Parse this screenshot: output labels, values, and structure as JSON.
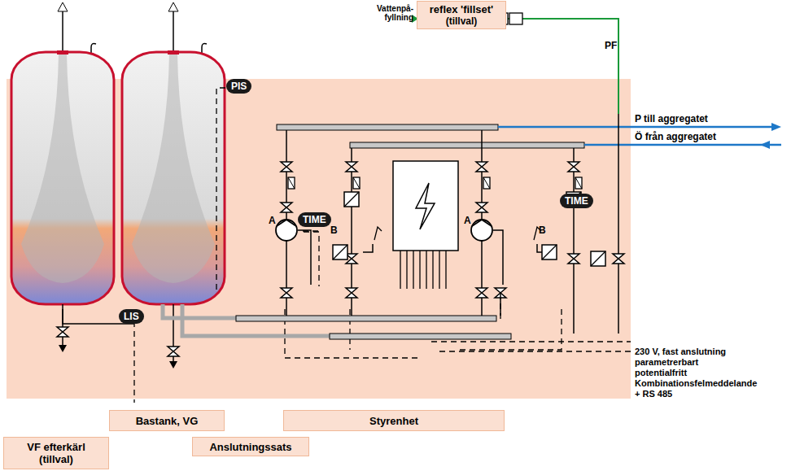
{
  "diagram": {
    "nodes": [
      {
        "text": [
          "reflex 'fillset'",
          "(tillval)"
        ]
      },
      {
        "text": [
          "PIS"
        ]
      },
      {
        "text": [
          "TIME"
        ]
      },
      {
        "text": [
          "TIME"
        ]
      },
      {
        "text": [
          "LIS"
        ]
      },
      {
        "text": [
          "Bastank, VG"
        ]
      },
      {
        "text": [
          "Styrenhet"
        ]
      },
      {
        "text": [
          "VF efterkärl (tillval)"
        ]
      },
      {
        "text": [
          "Anslutningssats"
        ]
      }
    ],
    "labels": [
      "Vattenpå- fyllning",
      "PF",
      "P till aggregatet",
      "Ö från aggregatet",
      "A",
      "B",
      "A",
      "B",
      "230 V, fast anslutning",
      "parametrerbart",
      "potentialfritt",
      "Kombinationsfelmeddelande",
      "+ RS 485"
    ]
  }
}
